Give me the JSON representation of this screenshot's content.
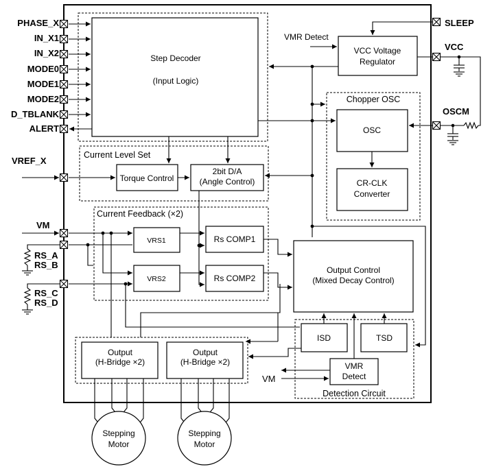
{
  "pins": {
    "phase_x": "PHASE_X",
    "in_x1": "IN_X1",
    "in_x2": "IN_X2",
    "mode0": "MODE0",
    "mode1": "MODE1",
    "mode2": "MODE2",
    "d_tblank": "D_TBLANK",
    "alert": "ALERT",
    "vref_x": "VREF_X",
    "vm": "VM",
    "rs_a": "RS_A",
    "rs_b": "RS_B",
    "rs_c": "RS_C",
    "rs_d": "RS_D",
    "sleep": "SLEEP",
    "vcc": "VCC",
    "oscm": "OSCM"
  },
  "blocks": {
    "step_decoder": {
      "line1": "Step Decoder",
      "line2": "(Input Logic)"
    },
    "vcc_regulator": {
      "line1": "VCC Voltage",
      "line2": "Regulator"
    },
    "vmr_detect_label": "VMR Detect",
    "chopper_osc": {
      "title": "Chopper OSC",
      "osc": "OSC",
      "crclk_line1": "CR-CLK",
      "crclk_line2": "Converter"
    },
    "current_level_set": {
      "title": "Current Level Set",
      "torque": "Torque Control",
      "da_line1": "2bit D/A",
      "da_line2": "(Angle Control)"
    },
    "current_feedback": {
      "title": "Current Feedback (×2)",
      "vrs1": "VRS1",
      "vrs2": "VRS2",
      "comp1": "Rs COMP1",
      "comp2": "Rs COMP2"
    },
    "output_control": {
      "line1": "Output Control",
      "line2": "(Mixed Decay Control)"
    },
    "isd": "ISD",
    "tsd": "TSD",
    "vmr_detect": {
      "line1": "VMR",
      "line2": "Detect"
    },
    "detection_circuit": "Detection Circuit",
    "output_bridge": {
      "line1": "Output",
      "line2": "(H-Bridge  ×2)"
    },
    "vm_label": "VM",
    "motor": {
      "line1": "Stepping",
      "line2": "Motor"
    }
  }
}
